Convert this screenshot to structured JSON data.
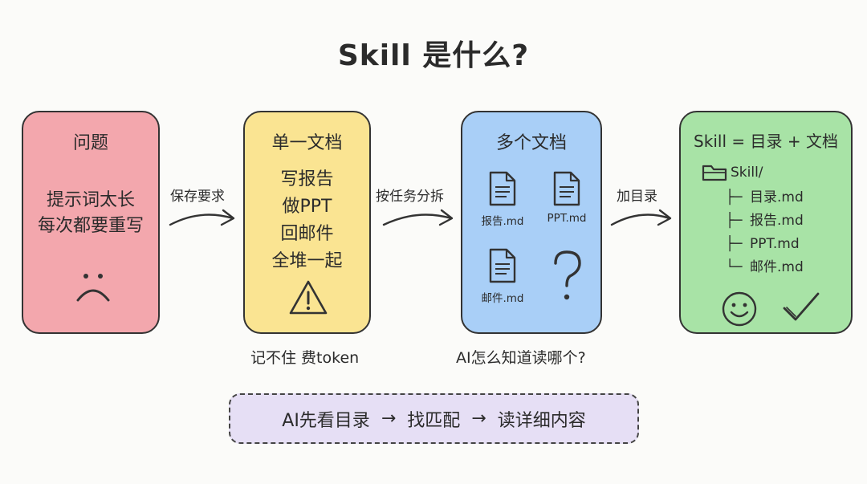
{
  "title": "Skill 是什么?",
  "card1": {
    "header": "问题",
    "lines": [
      "提示词太长",
      "每次都要重写"
    ],
    "icon": "sad-face-icon",
    "color": "#f3a7ad"
  },
  "arrow1_label": "保存要求",
  "card2": {
    "header": "单一文档",
    "lines": [
      "写报告",
      "做PPT",
      "回邮件",
      "全堆一起"
    ],
    "icon": "warning-icon",
    "color": "#fae492"
  },
  "arrow2_label": "按任务分拆",
  "card3": {
    "header": "多个文档",
    "docs": [
      "报告.md",
      "PPT.md",
      "邮件.md"
    ],
    "icon": "question-mark-icon",
    "color": "#a9cff7"
  },
  "arrow3_label": "加目录",
  "card4": {
    "header": "Skill = 目录 + 文档",
    "folder": "Skill/",
    "files": [
      "目录.md",
      "报告.md",
      "PPT.md",
      "邮件.md"
    ],
    "connectors": [
      "├─",
      "├─",
      "├─",
      "└─"
    ],
    "icons": [
      "smile-face-icon",
      "checkmark-icon"
    ],
    "color": "#a8e3a6"
  },
  "caption1": "记不住 费token",
  "caption2": "AI怎么知道读哪个?",
  "summary": {
    "step1": "AI先看目录",
    "step2": "找匹配",
    "step3": "读详细内容",
    "sep": "→",
    "color": "#e6dff5"
  }
}
